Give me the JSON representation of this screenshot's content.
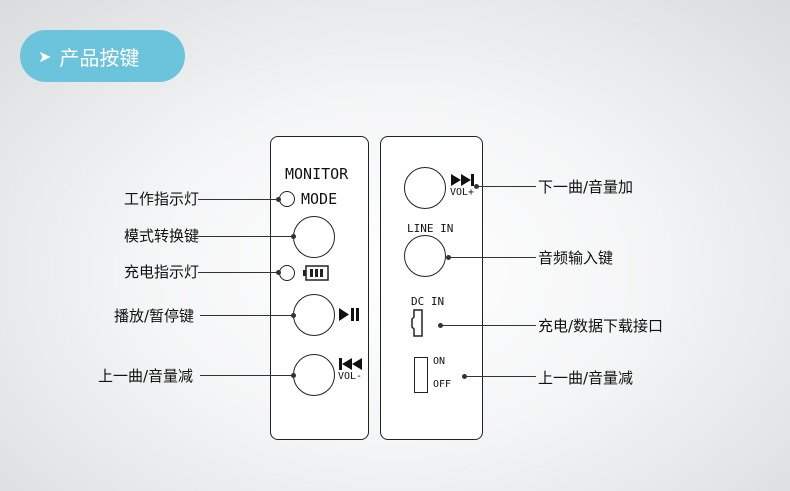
{
  "header": {
    "title": "产品按键",
    "arrow_icon": "arrow-right-icon",
    "color": "#6cc3dc"
  },
  "left_panel": {
    "title": "MONITOR",
    "mode_label": "MODE",
    "vol_minus": "VOL-"
  },
  "right_panel": {
    "vol_plus": "VOL+",
    "line_in": "LINE IN",
    "dc_in": "DC IN",
    "on": "ON",
    "off": "OFF"
  },
  "labels_left": [
    "工作指示灯",
    "模式转换键",
    "充电指示灯",
    "播放/暂停键",
    "上一曲/音量减"
  ],
  "labels_right": [
    "下一曲/音量加",
    "音频输入键",
    "充电/数据下载接口",
    "上一曲/音量减"
  ]
}
